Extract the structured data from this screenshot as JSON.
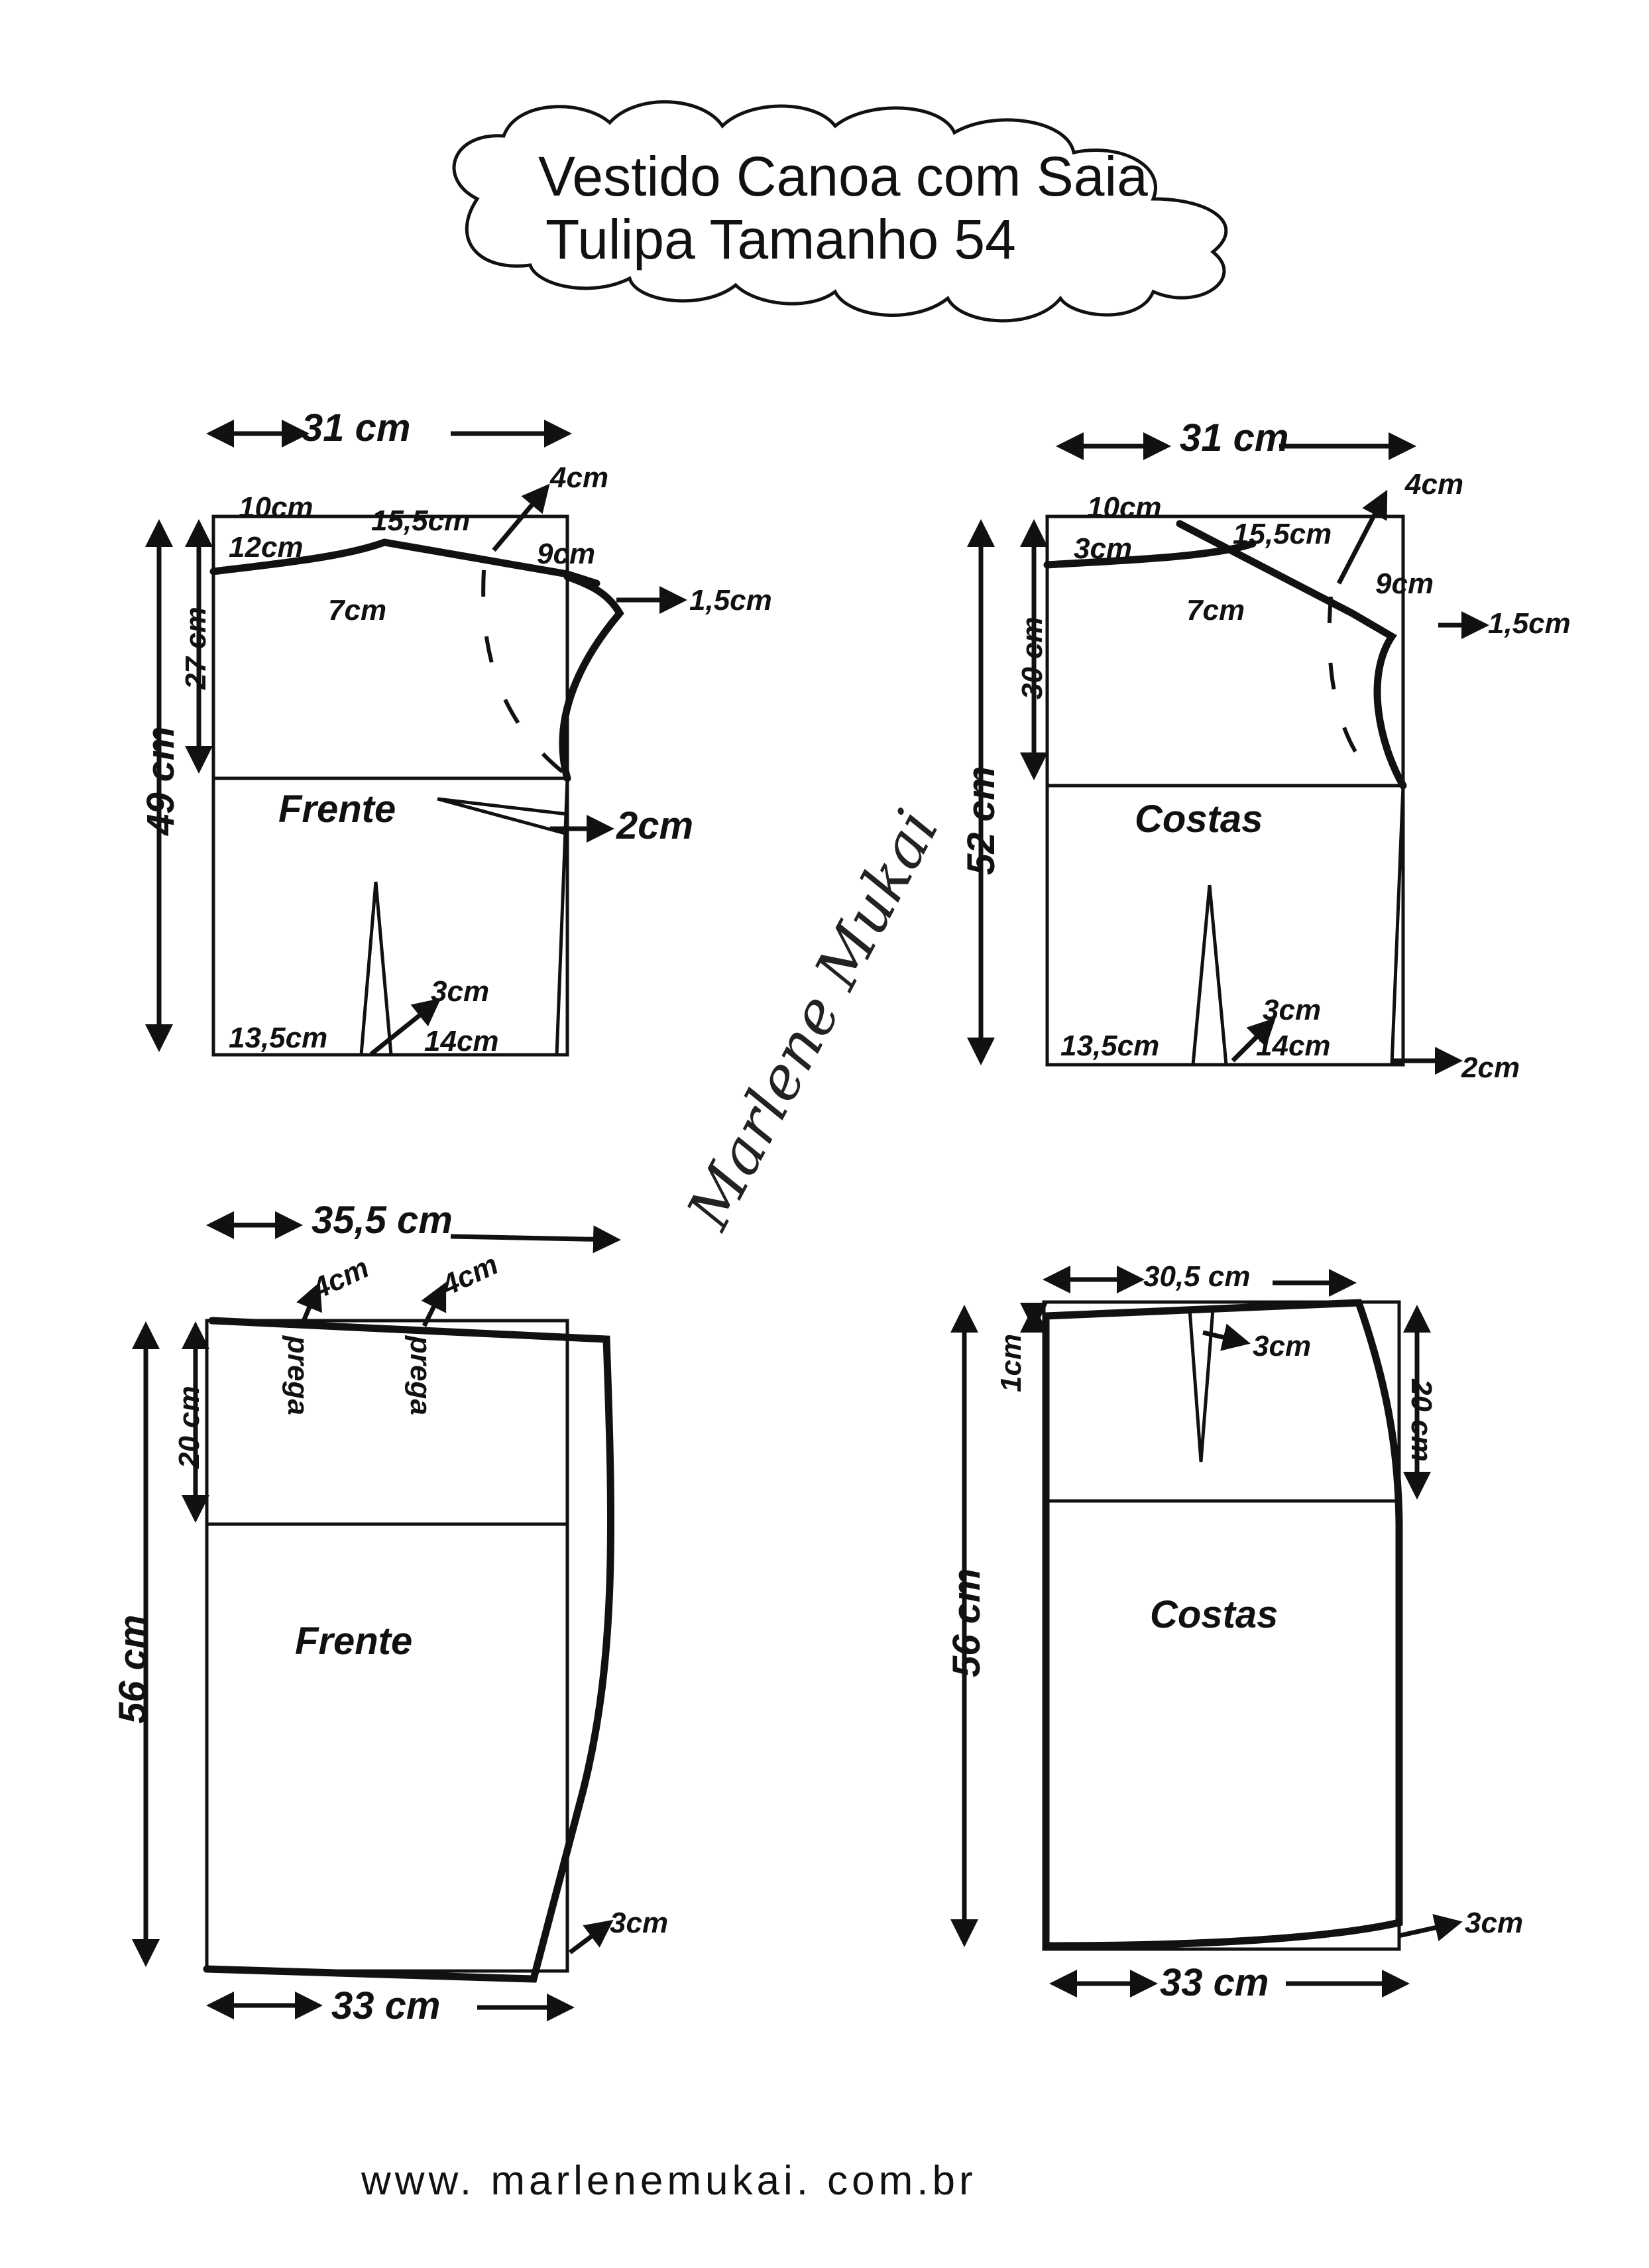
{
  "title": {
    "line1": "Vestido Canoa com Saia",
    "line2": "Tulipa Tamanho 54"
  },
  "front_bodice": {
    "label": "Frente",
    "width": "31 cm",
    "length": "49 cm",
    "armhole_depth": "27 cm",
    "neck_width": "10cm",
    "neck_depth_front": "12cm",
    "shoulder": "15,5cm",
    "shoulder_drop": "4cm",
    "shoulder_end": "9cm",
    "armhole_ext": "1,5cm",
    "dart_pos": "7cm",
    "side_dart": "2cm",
    "waist_left": "13,5cm",
    "waist_dart": "3cm",
    "waist_right": "14cm"
  },
  "back_bodice": {
    "label": "Costas",
    "width": "31 cm",
    "length": "52 cm",
    "armhole_depth": "30 cm",
    "neck_width": "10cm",
    "neck_depth": "3cm",
    "shoulder": "15,5cm",
    "shoulder_drop": "4cm",
    "shoulder_end": "9cm",
    "armhole_ext": "1,5cm",
    "dart_pos": "7cm",
    "waist_left": "13,5cm",
    "waist_dart": "3cm",
    "waist_right": "14cm",
    "side_ext": "2cm"
  },
  "front_skirt": {
    "label": "Frente",
    "top_width": "35,5 cm",
    "pleat1": "4cm",
    "pleat2": "4cm",
    "pleat_label": "prega",
    "hip_depth": "20 cm",
    "length": "56 cm",
    "hem_ext": "3cm",
    "hem_width": "33 cm"
  },
  "back_skirt": {
    "label": "Costas",
    "top_width": "30,5 cm",
    "waist_drop": "1cm",
    "dart": "3cm",
    "hip_depth": "20 cm",
    "length": "56 cm",
    "hem_ext": "3cm",
    "hem_width": "33 cm"
  },
  "signature": "Marlene Mukai",
  "footer": {
    "website": "www. marlenemukai. com.br"
  }
}
